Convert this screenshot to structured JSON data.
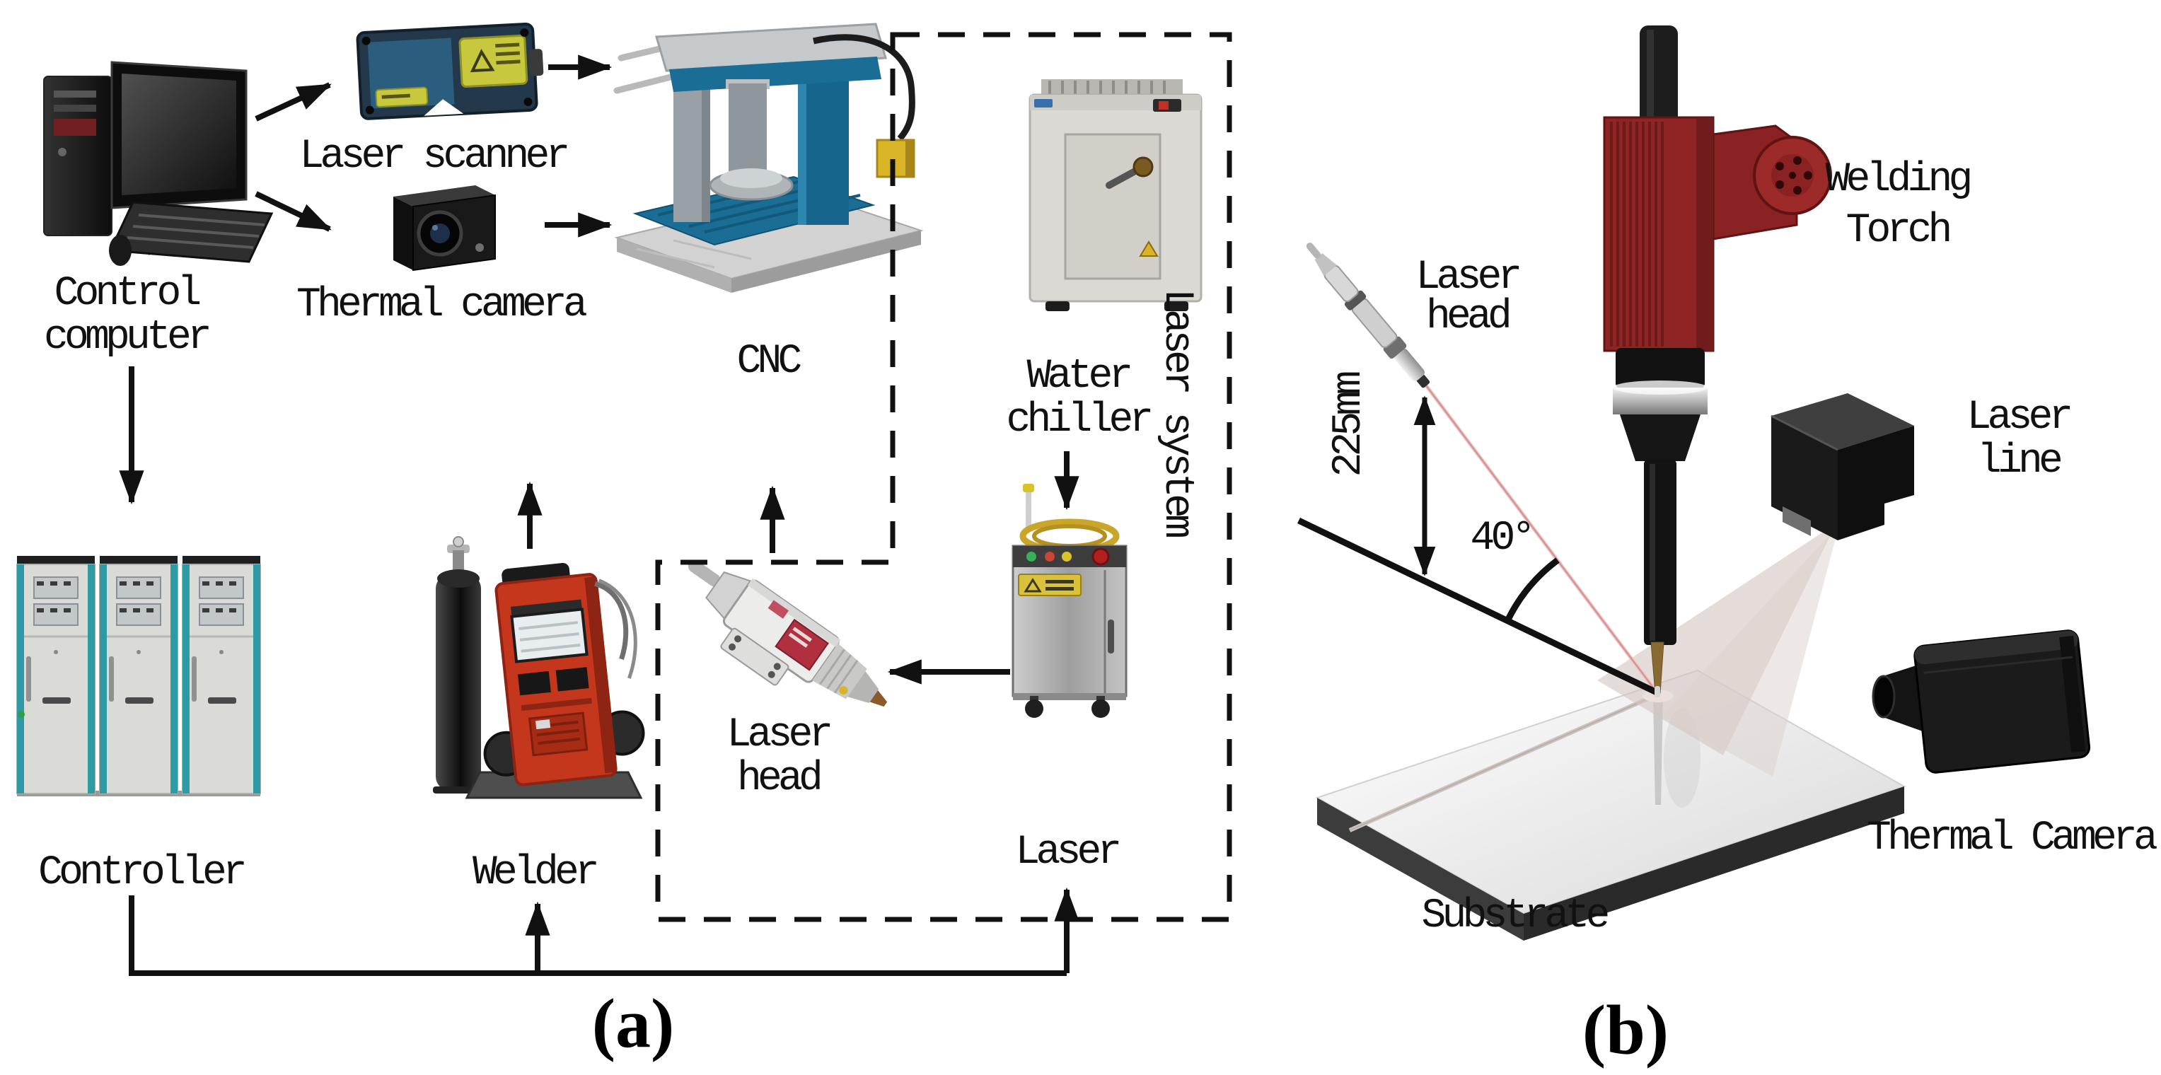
{
  "panel_a": {
    "caption": "(a)",
    "labels": {
      "control_computer": [
        "Control",
        "computer"
      ],
      "laser_scanner": "Laser scanner",
      "thermal_camera": "Thermal camera",
      "cnc": "CNC",
      "water_chiller": [
        "Water",
        "chiller"
      ],
      "laser_system": "Laser system",
      "laser": "Laser",
      "laser_head": [
        "Laser",
        "head"
      ],
      "controller": "Controller",
      "welder": "Welder"
    }
  },
  "panel_b": {
    "caption": "(b)",
    "labels": {
      "welding_torch": [
        "Welding",
        "Torch"
      ],
      "laser_head": [
        "Laser",
        "head"
      ],
      "standoff_distance": "225mm",
      "tilt_angle": "40°",
      "laser_line": [
        "Laser",
        "line"
      ],
      "thermal_camera": "Thermal Camera",
      "substrate": "Substrate"
    }
  },
  "colors": {
    "background": "#ffffff",
    "line_black": "#111111",
    "label_text": "#111111",
    "cnc_blue": "#1a6e95",
    "welder_red": "#c5371c",
    "torch_red": "#8e2423",
    "controller_teal": "#2d9aa6",
    "warning_yellow": "#d9b427",
    "laser_beam_pink": "#ddb0ac",
    "steel_gray": "#b5b5b5"
  }
}
